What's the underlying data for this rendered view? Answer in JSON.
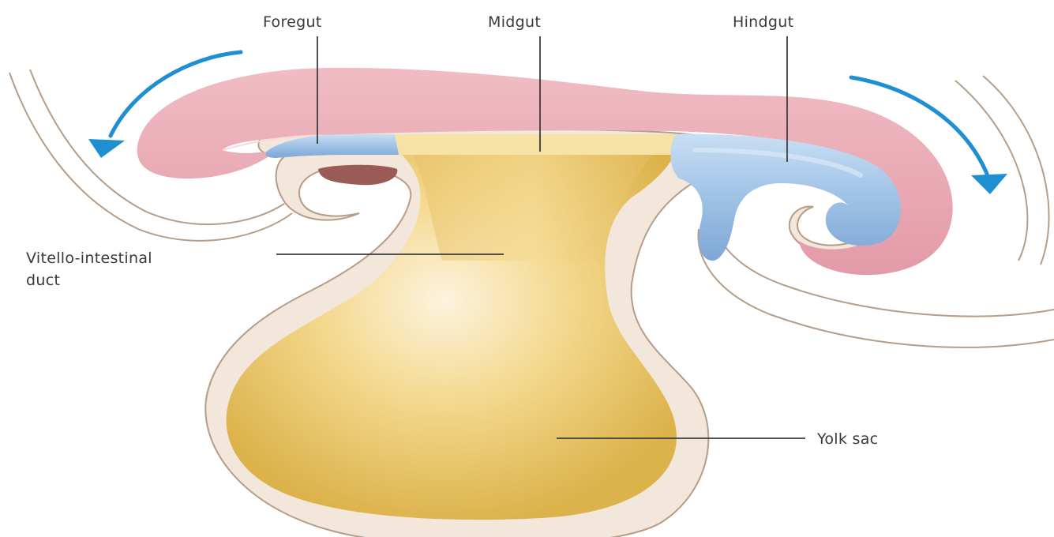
{
  "labels": {
    "foregut": "Foregut",
    "midgut": "Midgut",
    "hindgut": "Hindgut",
    "vitello_line1": "Vitello-intestinal",
    "vitello_line2": "duct",
    "yolk_sac": "Yolk sac"
  },
  "colors": {
    "ectoderm_pink": "#e8a6b2",
    "endoderm_blue": "#9fc2e6",
    "yolk_yellow": "#f1d27f",
    "mesoderm_cream": "#f3e6da",
    "arrow_blue": "#1f8fd1",
    "heart_brown": "#9a5a55"
  },
  "icons": {
    "left_arrow": "curved-arrow-down-left",
    "right_arrow": "curved-arrow-down-right"
  }
}
